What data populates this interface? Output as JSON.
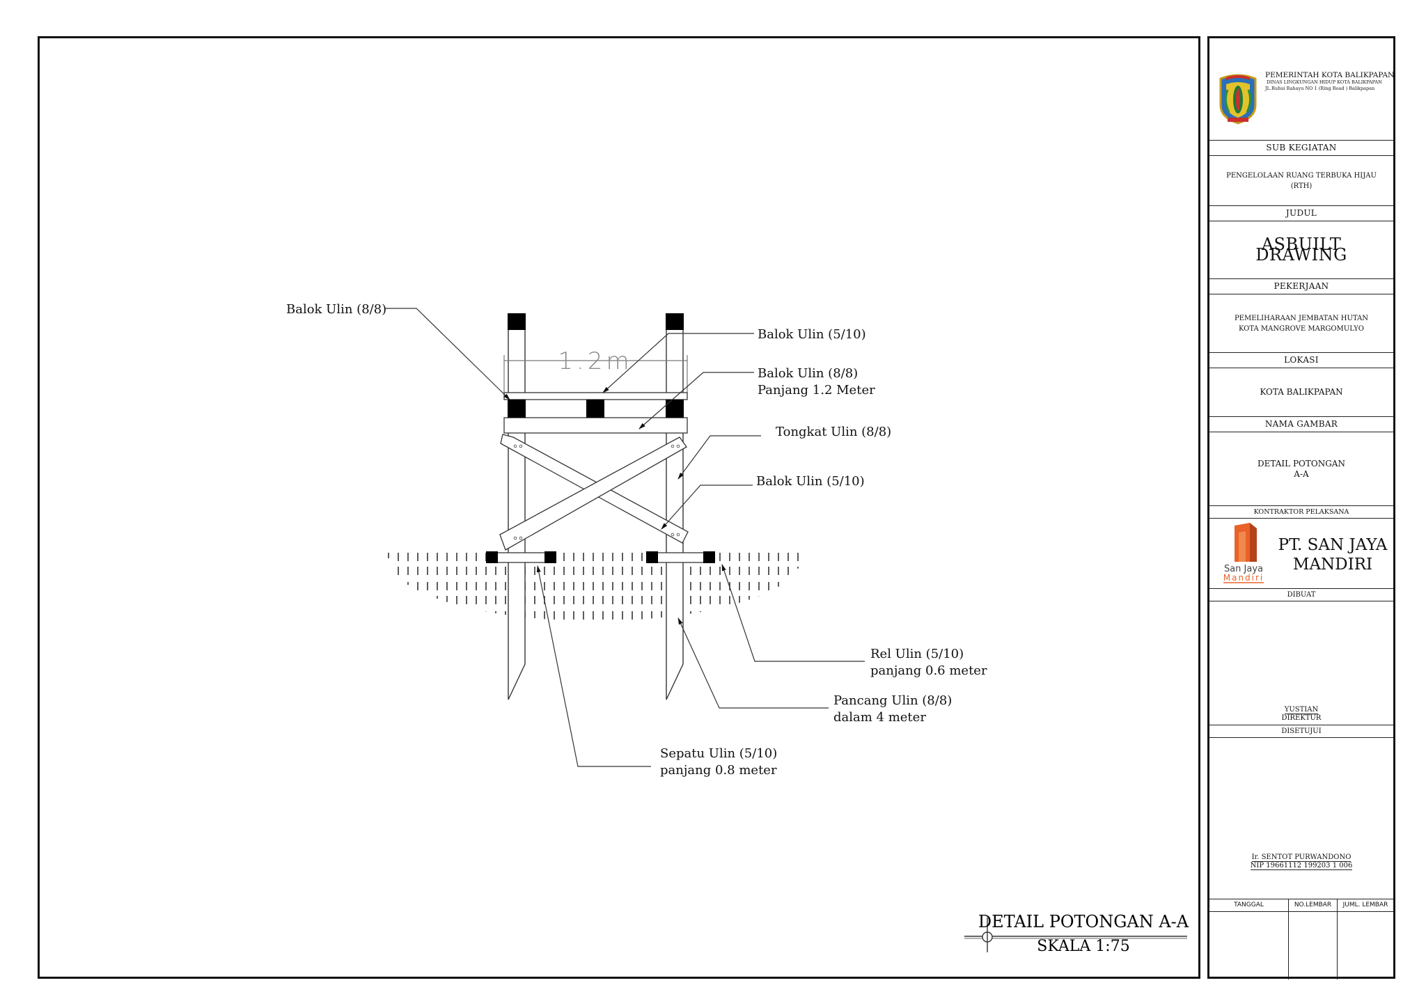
{
  "drawing": {
    "labels": {
      "balok_ulin_88_top": "Balok Ulin (8/8)",
      "balok_ulin_510_top": "Balok Ulin (5/10)",
      "balok_ulin_88_panjang_1": "Balok Ulin (8/8)",
      "balok_ulin_88_panjang_2": "Panjang 1.2 Meter",
      "tongkat_ulin": "Tongkat Ulin (8/8)",
      "balok_ulin_510_mid": "Balok Ulin (5/10)",
      "rel_ulin_1": "Rel Ulin (5/10)",
      "rel_ulin_2": "panjang 0.6 meter",
      "pancang_ulin_1": "Pancang Ulin (8/8)",
      "pancang_ulin_2": "dalam 4 meter",
      "sepatu_ulin_1": "Sepatu Ulin (5/10)",
      "sepatu_ulin_2": "panjang 0.8 meter"
    },
    "dimension": "1.2m",
    "view_title": "DETAIL POTONGAN A-A",
    "view_scale": "SKALA 1:75"
  },
  "titleblock": {
    "agency": {
      "line1": "PEMERINTAH KOTA BALIKPAPAN",
      "line2": "DINAS LINGKUNGAN HIDUP KOTA BALIKPAPAN",
      "line3": "JL.Ruhui Rahayu NO 1 (Ring Road ) Balikpapan"
    },
    "sub_kegiatan_label": "SUB KEGIATAN",
    "sub_kegiatan_value": "PENGELOLAAN RUANG TERBUKA HIJAU (RTH)",
    "judul_label": "JUDUL",
    "judul_value": "ASBUILT DRAWING",
    "pekerjaan_label": "PEKERJAAN",
    "pekerjaan_value": "PEMELIHARAAN JEMBATAN HUTAN KOTA MANGROVE MARGOMULYO",
    "lokasi_label": "LOKASI",
    "lokasi_value": "KOTA BALIKPAPAN",
    "nama_gambar_label": "NAMA GAMBAR",
    "nama_gambar_value_1": "DETAIL POTONGAN",
    "nama_gambar_value_2": "A-A",
    "kontraktor_label": "KONTRAKTOR PELAKSANA",
    "company_line1": "PT. SAN JAYA",
    "company_line2": "MANDIRI",
    "logo_text_1": "San Jaya",
    "logo_text_2": "Mandiri",
    "dibuat_label": "DIBUAT",
    "dibuat_name": "YUSTIAN",
    "dibuat_role": "DIREKTUR",
    "disetujui_label": "DISETUJUI",
    "disetujui_name": "Ir. SENTOT PURWANDONO",
    "disetujui_nip": "NIP 19661112 199203 1 006",
    "tanggal_label": "TANGGAL",
    "no_lembar_label": "NO.LEMBAR",
    "jumlah_lembar_label": "JUML. LEMBAR"
  }
}
